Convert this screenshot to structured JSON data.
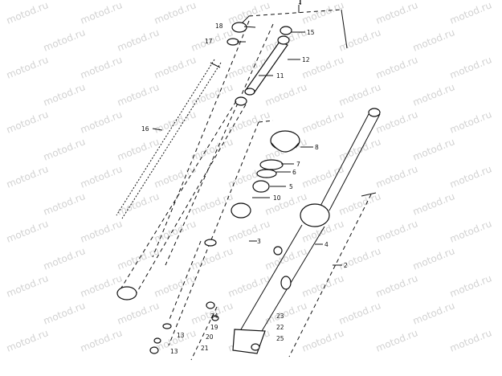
{
  "watermark": {
    "text": "motod.ru"
  },
  "callouts": {
    "c1": "1",
    "c2": "2",
    "c3": "3",
    "c4": "4",
    "c5": "5",
    "c6": "6",
    "c7": "7",
    "c8": "8",
    "c10": "10",
    "c11": "11",
    "c12": "12",
    "c13": "13",
    "c13b": "13",
    "c15": "15",
    "c16": "16",
    "c17": "17",
    "c18": "18",
    "c19": "19",
    "c20": "20",
    "c21": "21",
    "c22": "22",
    "c23": "23",
    "c24": "24",
    "c25": "25"
  },
  "colors": {
    "line": "#111111",
    "watermark": "#d2d2d2",
    "background": "#ffffff"
  }
}
